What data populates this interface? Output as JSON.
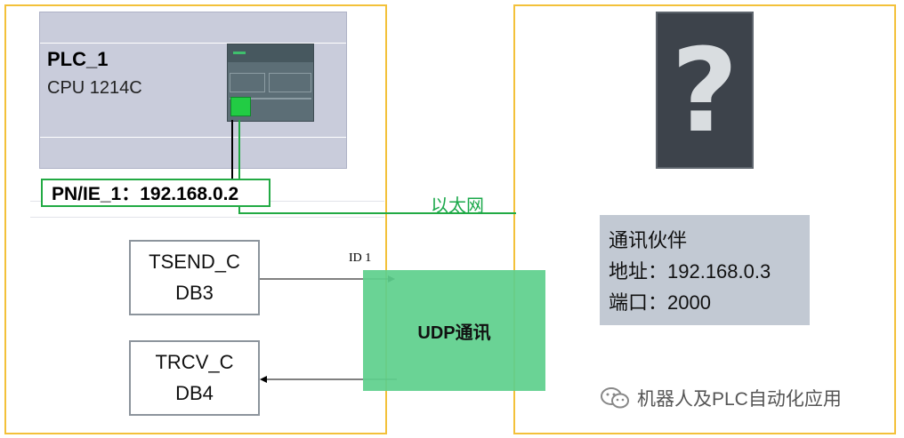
{
  "plc": {
    "name": "PLC_1",
    "cpu": "CPU 1214C",
    "interface": "PN/IE_1：192.168.0.2"
  },
  "network": {
    "label": "以太网"
  },
  "blocks": [
    {
      "name": "TSEND_C",
      "db": "DB3"
    },
    {
      "name": "TRCV_C",
      "db": "DB4"
    }
  ],
  "connection": {
    "id_label": "ID 1",
    "protocol": "UDP通讯"
  },
  "partner": {
    "title": "通讯伙伴",
    "address": "地址：192.168.0.3",
    "port": "端口：2000",
    "icon": "question-mark-icon",
    "icon_glyph": "?"
  },
  "watermark": {
    "text": "机器人及PLC自动化应用",
    "icon": "wechat-icon"
  },
  "colors": {
    "frame": "#f3c13a",
    "ethernet": "#22aa44",
    "udp": "#5fd08e",
    "partner_bg": "#c2c9d3",
    "plc_bg": "#c9ccdb"
  }
}
